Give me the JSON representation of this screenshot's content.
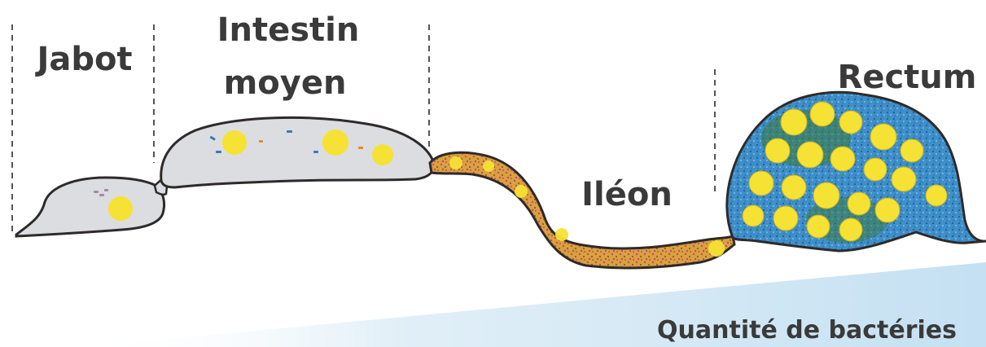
{
  "labels": {
    "jabot": "Jabot",
    "intestin_line1": "Intestin",
    "intestin_line2": "moyen",
    "ileon": "Iléon",
    "rectum": "Rectum",
    "quantity": "Quantité de bactéries"
  },
  "colors": {
    "gut_fill": "#dcdde0",
    "outline": "#2e2a2a",
    "bacteria_yellow": "#f6e234",
    "wedge_blue": "#d4e8f4",
    "ileum_bacteria": "#c9447e",
    "ileum_brown": "#b58a35",
    "rectum_blue": "#3f8fc8",
    "rectum_green": "#3d7a3a"
  },
  "quantity_gradient_direction": "increasing left to right"
}
